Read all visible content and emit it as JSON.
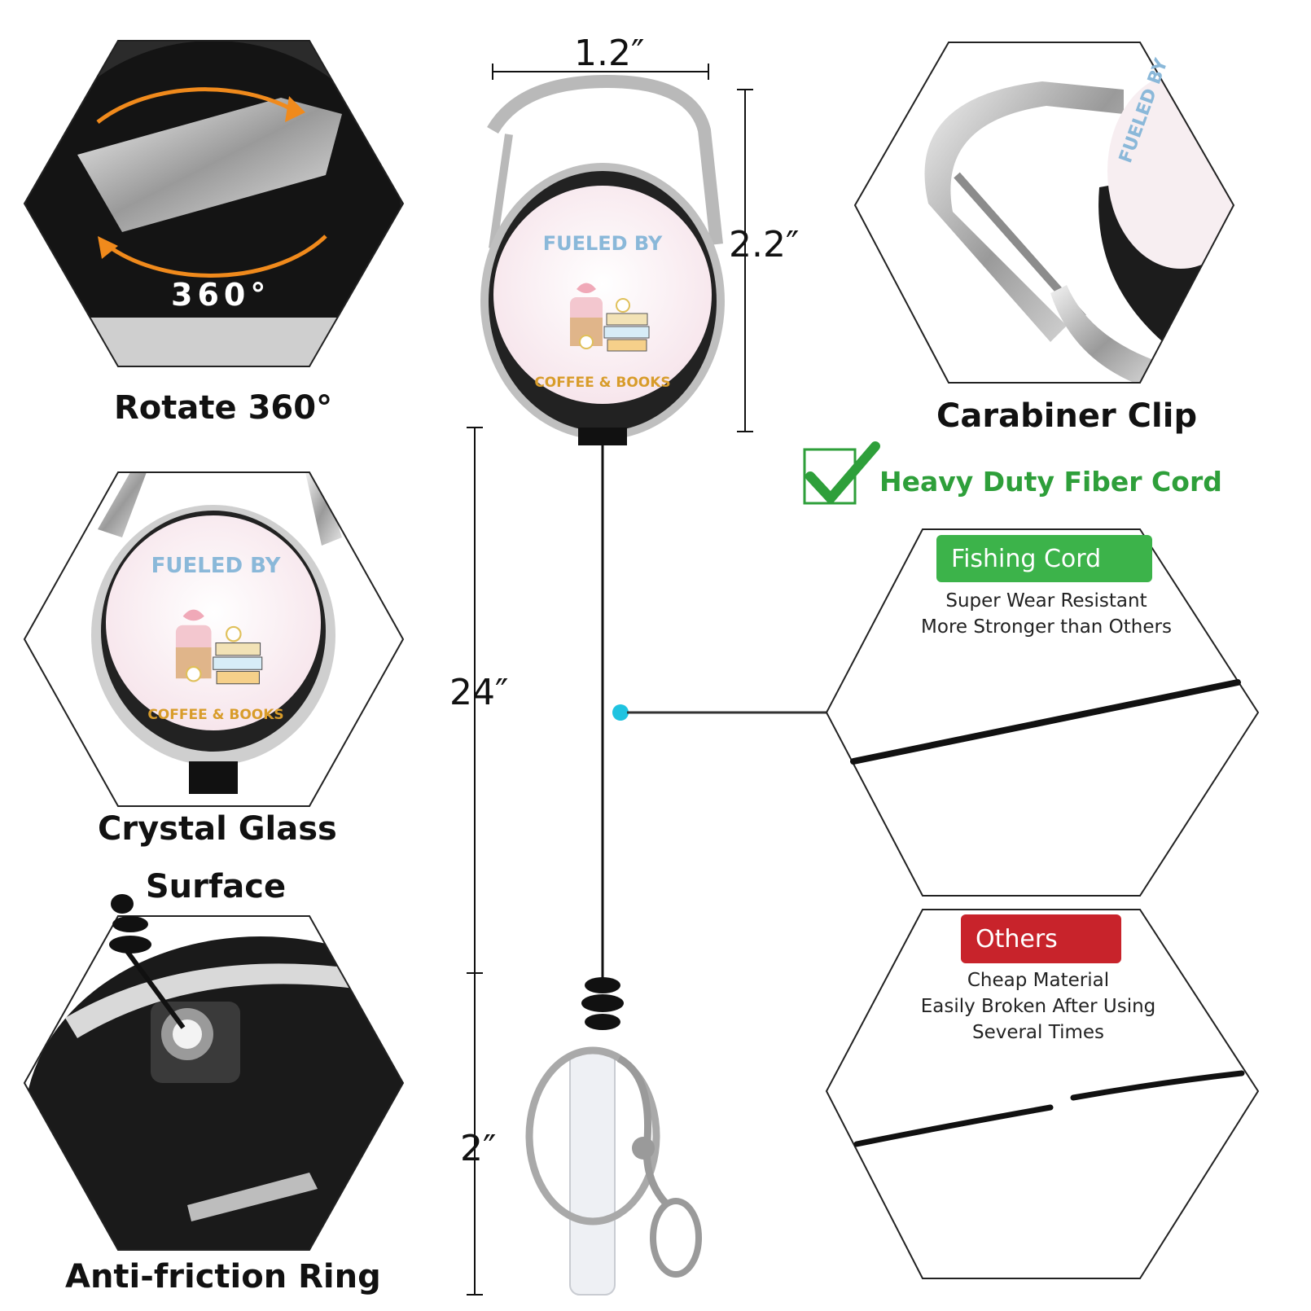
{
  "features": {
    "rotate": "Rotate 360°",
    "rotate_angle_text": "360°",
    "carabiner": "Carabiner Clip",
    "crystal_line1": "Crystal Glass",
    "crystal_line2": "Surface",
    "anti_friction": "Anti-friction Ring"
  },
  "dimensions": {
    "width": "1.2″",
    "height": "2.2″",
    "cord": "24″",
    "clip": "2″"
  },
  "badge_art": {
    "line1": "FUELED BY",
    "line2": "COFFEE & BOOKS"
  },
  "cord_comparison": {
    "heading": "Heavy Duty Fiber Cord",
    "fishing": {
      "label": "Fishing Cord",
      "line1": "Super Wear Resistant",
      "line2": "More Stronger than Others"
    },
    "others": {
      "label": "Others",
      "line1": "Cheap Material",
      "line2": "Easily Broken After Using",
      "line3": "Several Times"
    }
  },
  "colors": {
    "green": "#3cb34a",
    "red": "#c8232b",
    "accent_dot": "#1fc3e0",
    "orange_arrow": "#f08a1c"
  }
}
